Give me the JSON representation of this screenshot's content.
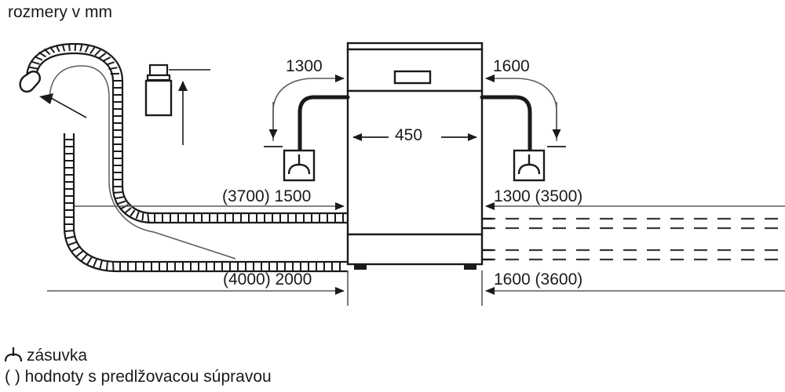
{
  "title": "rozmery v mm",
  "dimensions": {
    "top_left": "1300",
    "top_right": "1600",
    "width": "450",
    "mid_left": "(3700) 1500",
    "mid_right": "1300 (3500)",
    "low_left": "(4000) 2000",
    "low_right": "1600 (3600)"
  },
  "legend": {
    "socket_icon": "socket-icon",
    "socket_label": "zásuvka",
    "bracket_note": "( ) hodnoty s predlžovacou súpravou"
  },
  "icons": {
    "socket_left": "socket-icon",
    "socket_right": "socket-icon",
    "aquastop": "aquastop-valve-icon",
    "hose_end": "hose-end-cap-icon",
    "hose_pointer": "hose-end-arrow-icon"
  },
  "appliance": {
    "name": "dishwasher-front-view",
    "panel_display": "control-panel-display"
  },
  "colors": {
    "line": "#1a1a1a",
    "thin_line": "#4a4a4a",
    "background": "#ffffff"
  }
}
